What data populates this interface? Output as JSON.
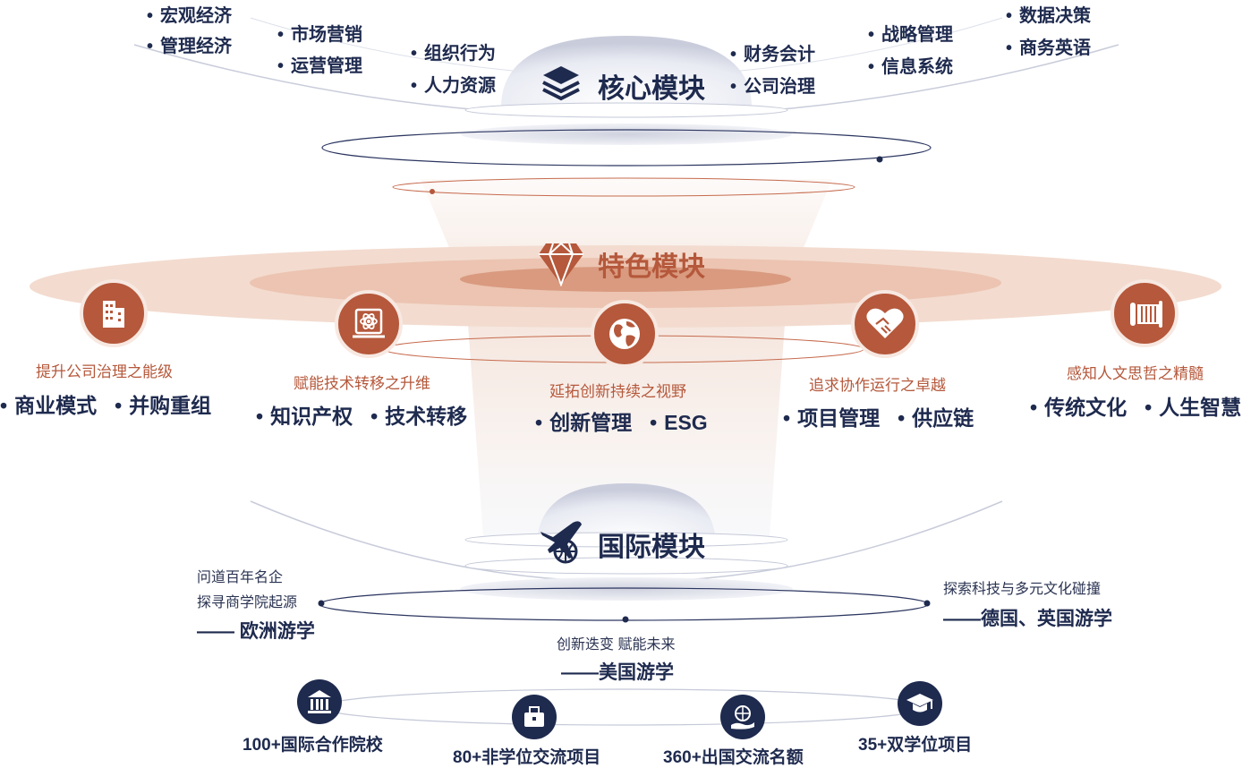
{
  "core": {
    "title": "核心模块",
    "icon": "layers-icon",
    "items": [
      "宏观经济",
      "管理经济",
      "市场营销",
      "运营管理",
      "组织行为",
      "人力资源",
      "财务会计",
      "公司治理",
      "战略管理",
      "信息系统",
      "数据决策",
      "商务英语"
    ]
  },
  "feature": {
    "title": "特色模块",
    "icon": "gem-icon",
    "groups": [
      {
        "icon": "building-icon",
        "subtitle": "提升公司治理之能级",
        "items": [
          "商业模式",
          "并购重组"
        ]
      },
      {
        "icon": "atom-tech-icon",
        "subtitle": "赋能技术转移之升维",
        "items": [
          "知识产权",
          "技术转移"
        ]
      },
      {
        "icon": "globe-icon",
        "subtitle": "延拓创新持续之视野",
        "items": [
          "创新管理",
          "ESG"
        ]
      },
      {
        "icon": "handshake-heart-icon",
        "subtitle": "追求协作运行之卓越",
        "items": [
          "项目管理",
          "供应链"
        ]
      },
      {
        "icon": "scroll-icon",
        "subtitle": "感知人文思哲之精髓",
        "items": [
          "传统文化",
          "人生智慧"
        ]
      }
    ]
  },
  "intl": {
    "title": "国际模块",
    "icon": "plane-globe-icon",
    "europe": {
      "line1": "问道百年名企",
      "line2": "探寻商学院起源",
      "label": "—— 欧洲游学"
    },
    "usa": {
      "line1": "创新迭变 赋能未来",
      "label": "——美国游学"
    },
    "de_uk": {
      "line1": "探索科技与多元文化碰撞",
      "label": "——德国、英国游学"
    }
  },
  "stats": [
    {
      "icon": "institution-icon",
      "label": "100+国际合作院校"
    },
    {
      "icon": "briefcase-icon",
      "label": "80+非学位交流项目"
    },
    {
      "icon": "hand-globe-icon",
      "label": "360+出国交流名额"
    },
    {
      "icon": "graduation-cap-icon",
      "label": "35+双学位项目"
    }
  ],
  "colors": {
    "navy": "#1e2a4e",
    "rust": "#b5583b",
    "rust_light": "#e7b9a6"
  }
}
